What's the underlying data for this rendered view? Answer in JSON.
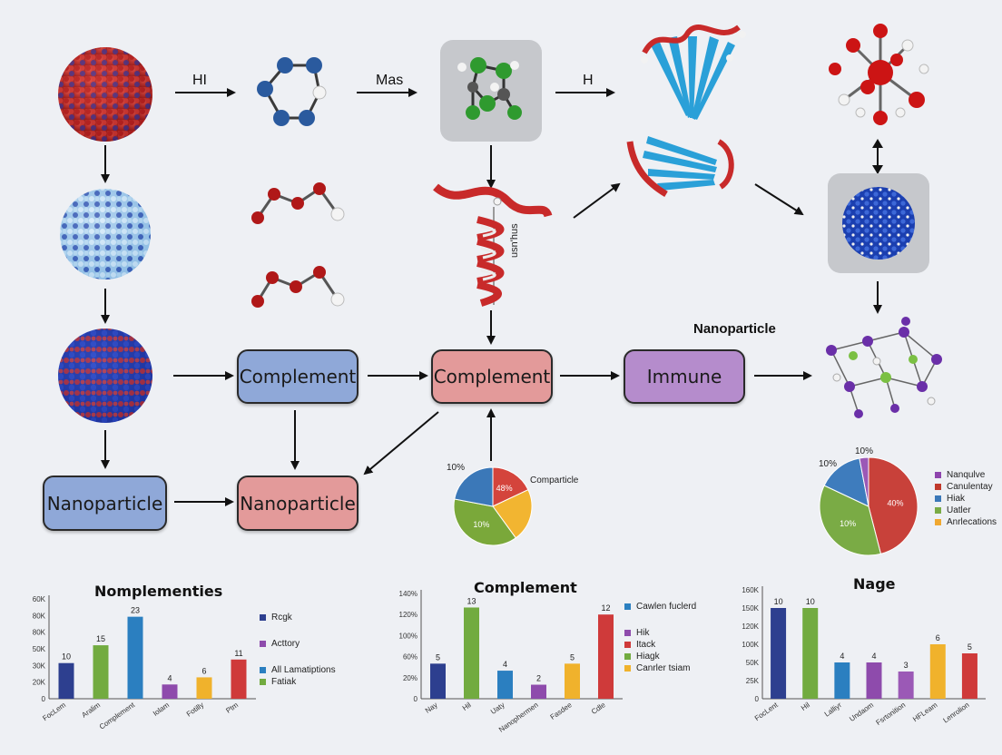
{
  "arrow_labels": {
    "a1": "HI",
    "a2": "Mas",
    "a3": "H"
  },
  "floating_label": "Nanoparticle",
  "helix_text": "usn'hus",
  "boxes": {
    "complement_left": "Complement",
    "complement_center": "Complement",
    "immune": "Immune",
    "nanoparticle_left": "Nanoparticle",
    "nanoparticle_mid": "Nanoparticle"
  },
  "pie_small": {
    "outside_label": "10%",
    "legend": "Comparticle",
    "slices": [
      {
        "label": "48%",
        "value": 18,
        "color": "#d4443c"
      },
      {
        "label": "",
        "value": 22,
        "color": "#f2b531"
      },
      {
        "label": "10%",
        "value": 38,
        "color": "#7aa83a"
      },
      {
        "label": "",
        "value": 22,
        "color": "#3b78b8"
      }
    ]
  },
  "pie_large": {
    "outside_labels": [
      "10%",
      "10%"
    ],
    "slices": [
      {
        "label": "40%",
        "value": 46,
        "color": "#c8413a"
      },
      {
        "label": "10%",
        "value": 36,
        "color": "#7aab45"
      },
      {
        "label": "",
        "value": 15,
        "color": "#3e7cbd"
      },
      {
        "label": "",
        "value": 3,
        "color": "#9b59b6"
      }
    ],
    "legend": [
      {
        "label": "Nanqulve",
        "color": "#8e44ad"
      },
      {
        "label": "Canulentay",
        "color": "#c0392b"
      },
      {
        "label": "Hiak",
        "color": "#3b78b8"
      },
      {
        "label": "Uatler",
        "color": "#7aab45"
      },
      {
        "label": "Anrlecations",
        "color": "#f0a830"
      }
    ]
  },
  "chart_data": [
    {
      "type": "bar",
      "title": "Nomplementies",
      "categories": [
        "FocLem",
        "Aralim",
        "Complement",
        "Iolam",
        "Fotilly",
        "Ptm"
      ],
      "values": [
        10,
        15,
        23,
        4,
        6,
        11
      ],
      "value_labels": [
        "10",
        "15",
        "23",
        "4",
        "6",
        "11"
      ],
      "colors": [
        "#2d3f8f",
        "#72ab40",
        "#2b7fc0",
        "#8e4bac",
        "#f0b22c",
        "#cf3a3a"
      ],
      "yticks": [
        "0",
        "20K",
        "30K",
        "50K",
        "80K",
        "80K",
        "60K"
      ],
      "legend": [
        {
          "label": "Rcgk",
          "color": "#2d3f8f"
        },
        {
          "label": "Acttory",
          "color": "#8e4bac"
        },
        {
          "label": "All Lamatiptions",
          "color": "#2b7fc0"
        },
        {
          "label": "Fatiak",
          "color": "#72ab40"
        }
      ]
    },
    {
      "type": "bar",
      "title": "Complement",
      "categories": [
        "Nay",
        "Hil",
        "Uaty",
        "Nanophermen",
        "Fasdee",
        "Cdle"
      ],
      "values": [
        5,
        13,
        4,
        2,
        5,
        12
      ],
      "value_labels": [
        "5",
        "13",
        "4",
        "2",
        "5",
        "12"
      ],
      "colors": [
        "#2d3f8f",
        "#72ab40",
        "#2b7fc0",
        "#8e4bac",
        "#f0b22c",
        "#cf3a3a"
      ],
      "yticks": [
        "0",
        "20%",
        "60%",
        "100%",
        "120%",
        "140%"
      ],
      "legend": [
        {
          "label": "Cawlen fuclerd",
          "color": "#2b7fc0"
        },
        {
          "label": "Hik",
          "color": "#8e4bac"
        },
        {
          "label": "Itack",
          "color": "#cf3a3a"
        },
        {
          "label": "Hiagk",
          "color": "#72ab40"
        },
        {
          "label": "Canrler tsiam",
          "color": "#f0b22c"
        }
      ]
    },
    {
      "type": "bar",
      "title": "Nage",
      "categories": [
        "FocLent",
        "Hil",
        "Lalliyr",
        "Undaom",
        "Fsrtonition",
        "HFLeam",
        "Lenrolion"
      ],
      "values": [
        10,
        10,
        4,
        4,
        3,
        6,
        5
      ],
      "value_labels": [
        "10",
        "10",
        "4",
        "4",
        "3",
        "6",
        "5"
      ],
      "colors": [
        "#2d3f8f",
        "#72ab40",
        "#2b7fc0",
        "#8e4bac",
        "#9b59b6",
        "#f0b22c",
        "#cf3a3a"
      ],
      "yticks": [
        "0",
        "25K",
        "50K",
        "100K",
        "120K",
        "150K",
        "160K"
      ],
      "legend": []
    }
  ]
}
